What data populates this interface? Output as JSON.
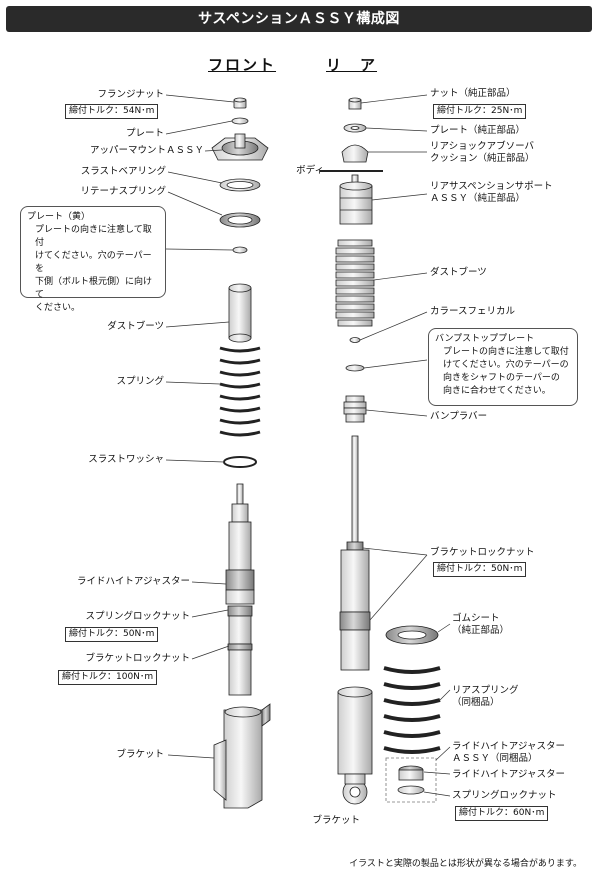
{
  "title": "サスペンションＡＳＳＹ構成図",
  "front": {
    "heading": "フロント",
    "labels": {
      "flange_nut": "フランジナット",
      "flange_nut_torque": "締付トルク：54N･m",
      "plate": "プレート",
      "upper_mount": "アッパーマウントＡＳＳＹ",
      "thrust_bearing": "スラストベアリング",
      "retainer_spring": "リテーナスプリング",
      "dust_boot": "ダストブーツ",
      "spring": "スプリング",
      "thrust_washer": "スラストワッシャ",
      "ride_height_adjuster": "ライドハイトアジャスター",
      "spring_lock_nut": "スプリングロックナット",
      "spring_lock_nut_torque": "締付トルク：50N･m",
      "bracket_lock_nut": "ブラケットロックナット",
      "bracket_lock_nut_torque": "締付トルク：100N･m",
      "bracket": "ブラケット"
    },
    "note": {
      "title": "プレート（黄）",
      "body": "プレートの向きに注意して取付\nけてください。穴のテーパーを\n下側（ボルト根元側）に向けて\nください。"
    }
  },
  "rear": {
    "heading": "リ　ア",
    "labels": {
      "nut": "ナット（純正部品）",
      "nut_torque": "締付トルク：25N･m",
      "plate": "プレート（純正部品）",
      "absorber_cushion": "リアショックアブソーバ\nクッション（純正部品）",
      "body": "ボディ",
      "support": "リアサスペンションサポート\nＡＳＳＹ（純正部品）",
      "dust_boot": "ダストブーツ",
      "collar_spherical": "カラースフェリカル",
      "bracket_lock_nut": "ブラケットロックナット",
      "bracket_lock_nut_torque": "締付トルク：50N･m",
      "rubber_sheet": "ゴムシート\n（純正部品）",
      "rear_spring": "リアスプリング\n（同梱品）",
      "ride_height_assy": "ライドハイトアジャスター\nＡＳＳＹ（同梱品）",
      "ride_height_adjuster": "ライドハイトアジャスター",
      "spring_lock_nut": "スプリングロックナット",
      "spring_lock_nut_torque": "締付トルク：60N･m",
      "bump_rubber": "バンプラバー",
      "bracket": "ブラケット"
    },
    "note": {
      "title": "バンプストッププレート",
      "body": "プレートの向きに注意して取付\nけてください。穴のテーパーの\n向きをシャフトのテーパーの\n向きに合わせてください。"
    }
  },
  "footer": "イラストと実際の製品とは形状が異なる場合があります。"
}
